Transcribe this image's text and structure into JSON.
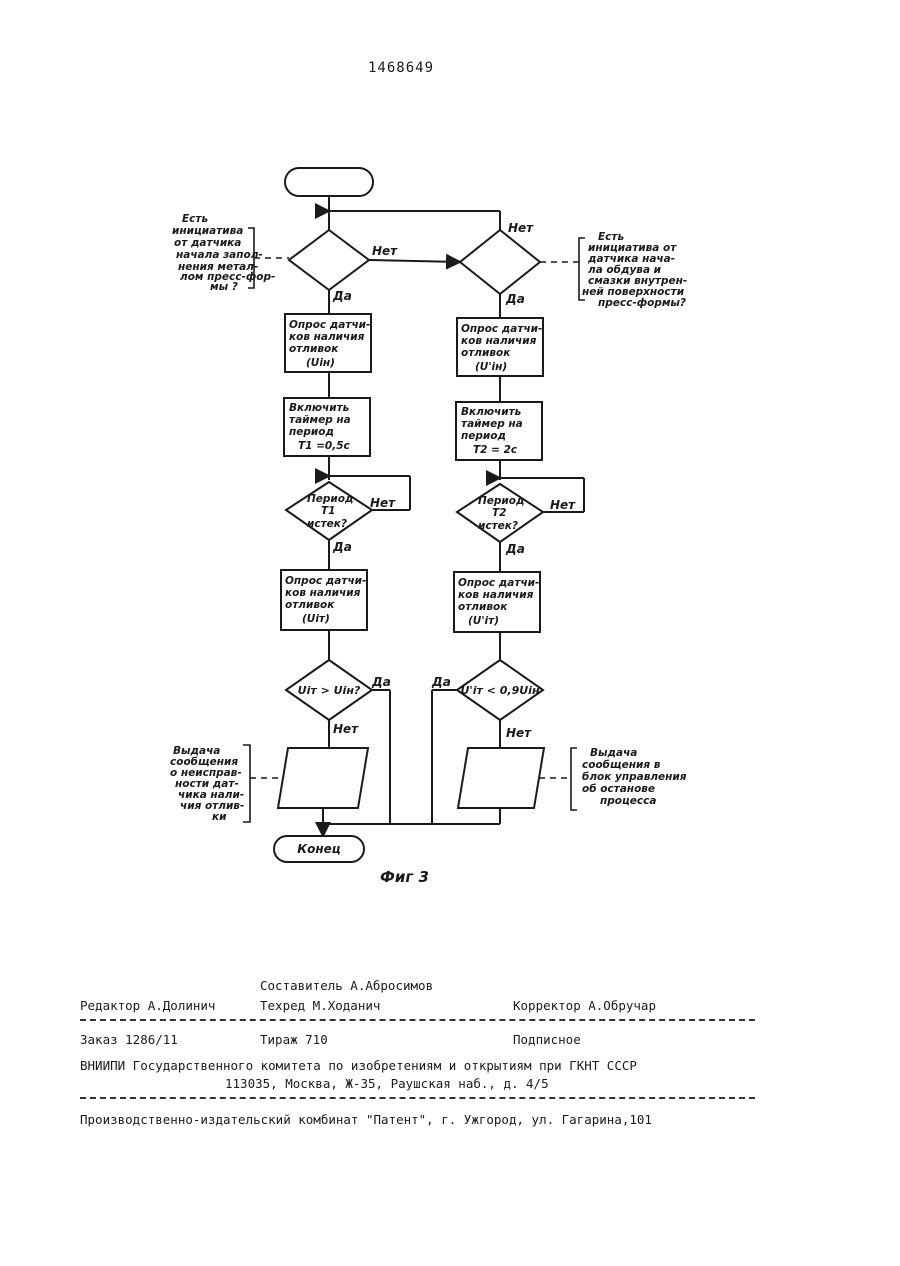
{
  "header": {
    "patent_number": "1468649"
  },
  "flowchart": {
    "start_label": "",
    "end_label": "Конец",
    "figure_label": "Фиг 3",
    "left_branch": {
      "check_note": [
        "Есть",
        "инициатива",
        "от датчика",
        "начала запол-",
        "нения метал-",
        "лом пресс-фор-",
        "мы ?"
      ],
      "poll1": [
        "Опрос датчи-",
        "ков наличия",
        "отливок",
        "(Uiн)"
      ],
      "timer": [
        "Включить",
        "таймер на",
        "период",
        "T1 =0,5c"
      ],
      "period_check": [
        "Период",
        "T1",
        "истек?"
      ],
      "poll2": [
        "Опрос датчи-",
        "ков наличия",
        "отливок",
        "(Uiт)"
      ],
      "compare": "Uiт > Uiн?",
      "output_note": [
        "Выдача",
        "сообщения",
        "о неисправ-",
        "ности дат-",
        "чика нали-",
        "чия отлив-",
        "ки"
      ]
    },
    "right_branch": {
      "check_note": [
        "Есть",
        "инициатива от",
        "датчика нача-",
        "ла обдува и",
        "смазки внутрен-",
        "ней поверхности",
        "пресс-формы?"
      ],
      "poll1": [
        "Опрос датчи-",
        "ков наличия",
        "отливок",
        "(U'iн)"
      ],
      "timer": [
        "Включить",
        "таймер на",
        "период",
        "T2 = 2c"
      ],
      "period_check": [
        "Период",
        "T2",
        "истек?"
      ],
      "poll2": [
        "Опрос датчи-",
        "ков наличия",
        "отливок",
        "(U'iт)"
      ],
      "compare": "U'iт < 0,9Uiн",
      "output_note": [
        "Выдача",
        "сообщения в",
        "блок управления",
        "об останове",
        "процесса"
      ]
    },
    "labels": {
      "yes": "Да",
      "no": "Нет"
    }
  },
  "colophon": {
    "compiler": "Составитель А.Абросимов",
    "editor": "Редактор А.Долинич",
    "techred": "Техред М.Ходанич",
    "corrector": "Корректор А.Обручар",
    "order": "Заказ 1286/11",
    "circulation": "Тираж 710",
    "subscription": "Подписное",
    "institute": "ВНИИПИ Государственного комитета по изобретениям и открытиям при ГКНТ СССР",
    "address": "113035, Москва, Ж-35, Раушская наб., д. 4/5",
    "publisher": "Производственно-издательский комбинат \"Патент\", г. Ужгород, ул. Гагарина,101"
  }
}
